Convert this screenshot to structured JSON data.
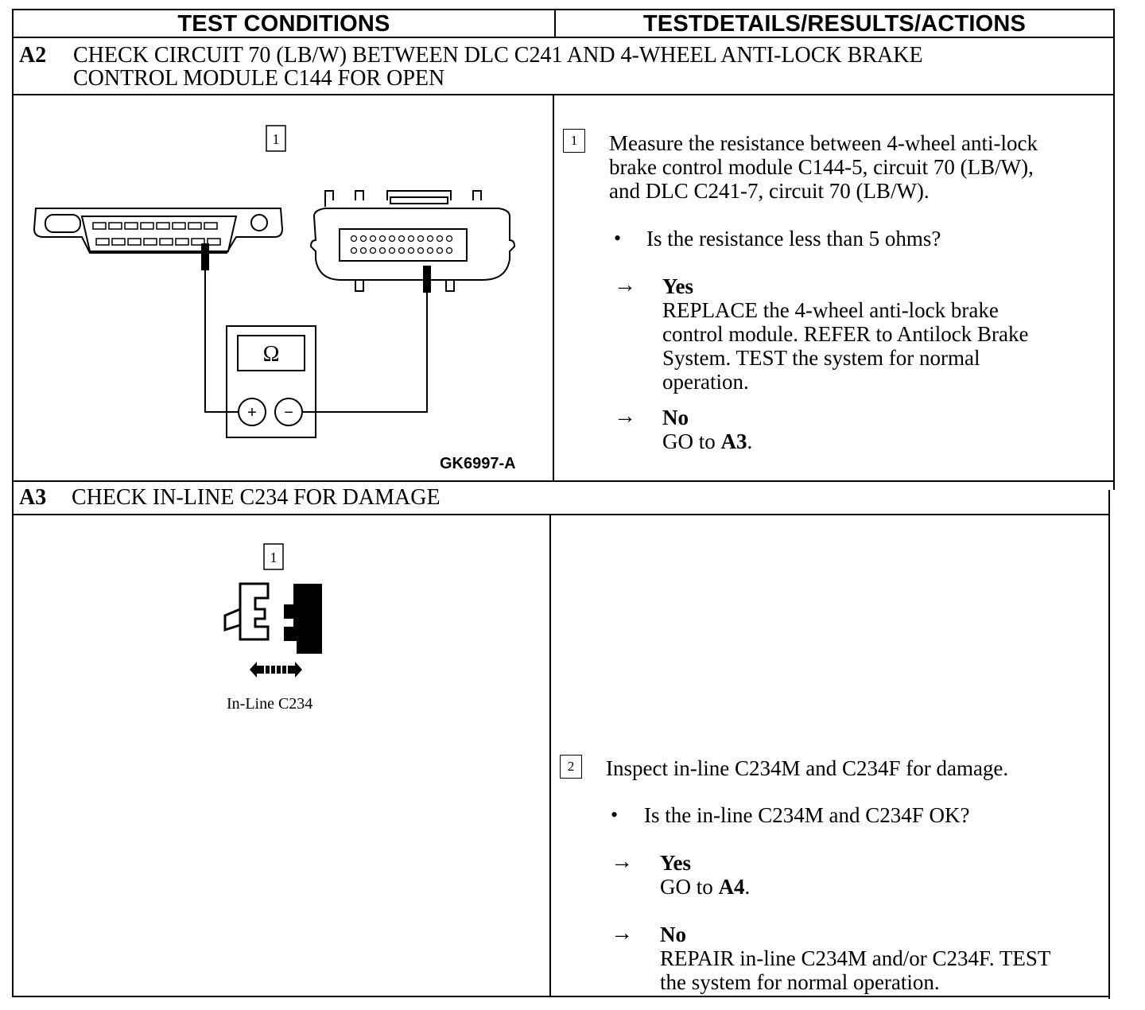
{
  "header": {
    "left": "TEST CONDITIONS",
    "right": "TESTDETAILS/RESULTS/ACTIONS"
  },
  "a2": {
    "code": "A2",
    "title_line1": "CHECK CIRCUIT 70 (LB/W) BETWEEN DLC C241 AND 4-WHEEL ANTI-LOCK BRAKE",
    "title_line2": "CONTROL MODULE C144 FOR OPEN",
    "figure": {
      "step_number": "1",
      "meter_symbol": "Ω",
      "plus_symbol": "+",
      "minus_symbol": "−",
      "figure_id": "GK6997-A"
    },
    "step": {
      "number": "1",
      "lines": [
        "Measure the resistance between 4-wheel anti-lock",
        "brake control module C144-5, circuit 70 (LB/W),",
        "and DLC C241-7, circuit 70 (LB/W)."
      ],
      "question": "Is the resistance less than 5 ohms?",
      "yes_label": "Yes",
      "yes_lines": [
        "REPLACE the 4-wheel anti-lock brake",
        "control module. REFER to Antilock Brake",
        "System. TEST the system for normal",
        "operation."
      ],
      "no_label": "No",
      "no_prefix": "GO to ",
      "no_target": "A3",
      "no_suffix": "."
    }
  },
  "a3": {
    "code": "A3",
    "title": "CHECK IN-LINE C234 FOR DAMAGE",
    "figure": {
      "step_number": "1",
      "caption": "In-Line C234"
    },
    "step": {
      "number": "2",
      "text": "Inspect in-line C234M and C234F for damage.",
      "question": "Is the in-line C234M and C234F OK?",
      "yes_label": "Yes",
      "yes_prefix": "GO to ",
      "yes_target": "A4",
      "yes_suffix": ".",
      "no_label": "No",
      "no_lines": [
        "REPAIR in-line C234M and/or C234F. TEST",
        "the system for normal operation."
      ]
    }
  },
  "symbols": {
    "bullet": "•",
    "arrow": "→"
  }
}
